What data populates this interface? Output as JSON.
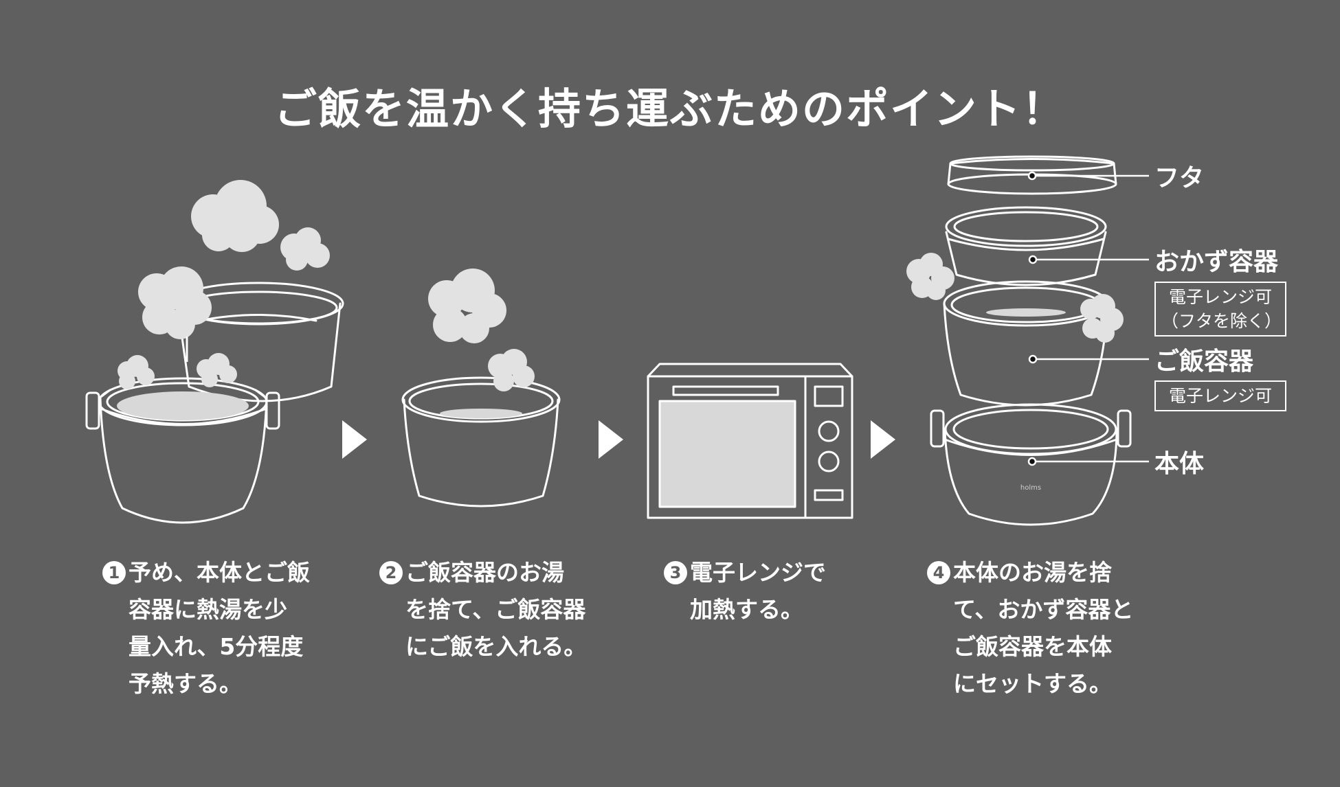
{
  "title": "ご飯を温かく持ち運ぶためのポイント！",
  "steps": [
    {
      "number": "1",
      "lines": [
        "予め、本体とご飯",
        "容器に熱湯を少",
        "量入れ、5分程度",
        "予熱する。"
      ]
    },
    {
      "number": "2",
      "lines": [
        "ご飯容器のお湯",
        "を捨て、ご飯容器",
        "にご飯を入れる。"
      ]
    },
    {
      "number": "3",
      "lines": [
        "電子レンジで",
        "加熱する。"
      ]
    },
    {
      "number": "4",
      "lines": [
        "本体のお湯を捨",
        "て、おかず容器と",
        "ご飯容器を本体",
        "にセットする。"
      ]
    }
  ],
  "parts": {
    "lid": {
      "label": "フタ"
    },
    "side_dish": {
      "label": "おかず容器",
      "note": [
        "電子レンジ可",
        "（フタを除く）"
      ]
    },
    "rice": {
      "label": "ご飯容器",
      "note": [
        "電子レンジ可"
      ]
    },
    "body": {
      "label": "本体"
    }
  },
  "brand_text": "holms",
  "icons": [
    "steam-cloud-icon",
    "arrow-right-icon",
    "microwave-icon",
    "lunch-jar-icon"
  ]
}
